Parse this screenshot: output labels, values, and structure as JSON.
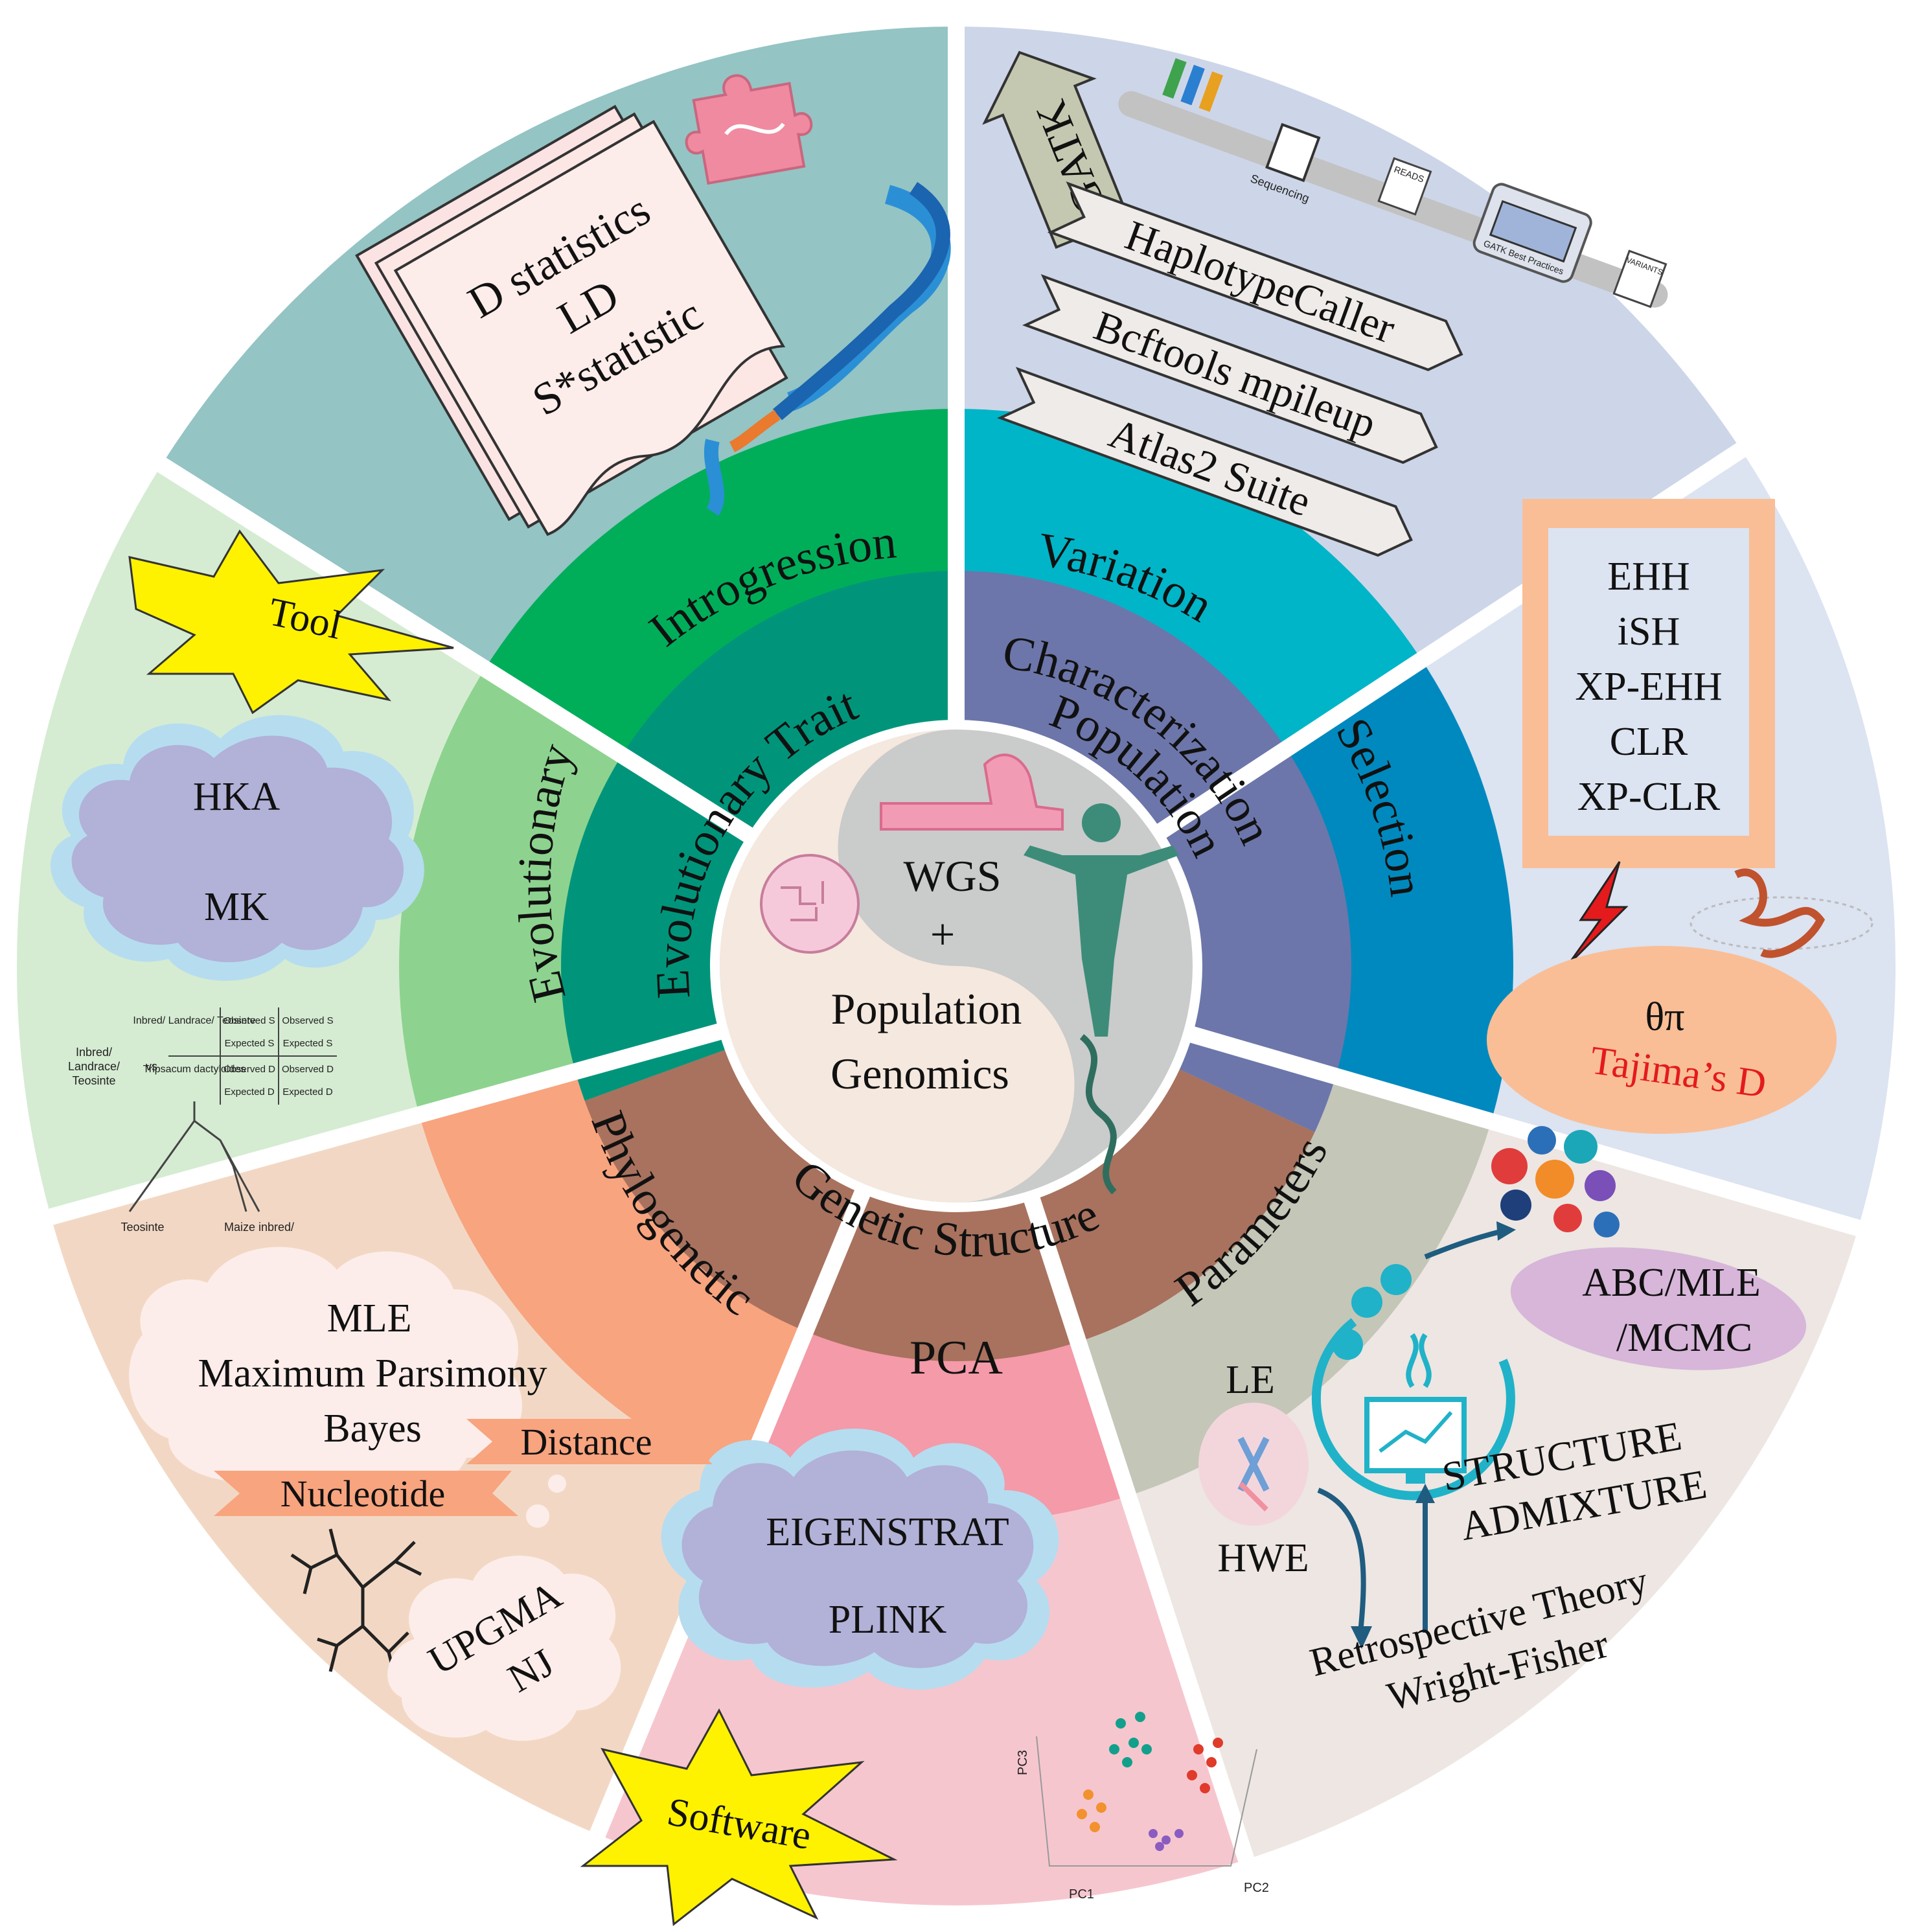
{
  "center": {
    "line1": "WGS",
    "line2": "+",
    "line3": "Population",
    "line4": "Genomics"
  },
  "inner_ring": {
    "evolutionary_trait": "Evolutionary  Trait",
    "population_line1": "Population",
    "population_line2": "Characterization",
    "genetic_structure": "Genetic Structure"
  },
  "middle_ring": {
    "introgression": "Introgression",
    "variation": "Variation",
    "selection": "Selection",
    "parameters": "Parameters",
    "pca": "PCA",
    "phylogenetic": "Phylogenetic",
    "evolutionary": "Evolutionary"
  },
  "introgression_panel": {
    "items": [
      "D statistics",
      "LD",
      "S*statistic"
    ]
  },
  "variation_panel": {
    "gatk": "GATK",
    "tools": [
      "HaplotypeCaller",
      "Bcftools mpileup",
      "Atlas2 Suite"
    ],
    "pipeline_labels": [
      "Sequencing",
      "READS",
      "GATK Best Practices",
      "VARIANTS"
    ]
  },
  "selection_panel": {
    "items": [
      "EHH",
      "iSH",
      "XP-EHH",
      "CLR",
      "XP-CLR"
    ],
    "theta": "θπ",
    "tajima": "Tajima’s D"
  },
  "parameters_panel": {
    "abc": [
      "ABC/MLE",
      "/MCMC"
    ],
    "le": "LE",
    "hwe": "HWE",
    "software": [
      "STRUCTURE",
      "ADMIXTURE"
    ],
    "theory": [
      "Retrospective Theory",
      "Wright-Fisher"
    ]
  },
  "pca_panel": {
    "tools": [
      "EIGENSTRAT",
      "PLINK"
    ],
    "badge": "Software",
    "axes": [
      "PC1",
      "PC2",
      "PC3"
    ]
  },
  "phylogenetic_panel": {
    "methods": [
      "MLE",
      "Maximum Parsimony",
      "Bayes"
    ],
    "distance": "Distance",
    "nucleotide": "Nucleotide",
    "trees": [
      "UPGMA",
      "NJ"
    ]
  },
  "evolutionary_panel": {
    "badge": "Tool",
    "tests": [
      "HKA",
      "MK"
    ],
    "hka_table": {
      "col_left": [
        "Inbred/",
        "Landrace/",
        "Teosinte"
      ],
      "vs": "vs",
      "row_labels": [
        "Inbred/ Landrace/ Teosinte",
        "Tripsacum dactyloides"
      ],
      "cells": [
        "Observed S",
        "Observed S",
        "Expected S",
        "Expected S",
        "Observed D",
        "Observed D",
        "Expected D",
        "Expected D"
      ],
      "tree_labels": [
        "Teosinte",
        "Maize inbred/"
      ]
    }
  },
  "colors": {
    "introgression_bg": "#94C4C4",
    "variation_bg": "#CDD6E8",
    "selection_bg": "#DCE3F1",
    "parameters_bg": "#EDE6E2",
    "pca_bg": "#F6C6CE",
    "phylogenetic_bg": "#F2D8C4",
    "evolutionary_bg": "#D5ECD2",
    "introgression_ring": "#00AE5A",
    "variation_ring": "#00B5C8",
    "selection_ring": "#0089BE",
    "parameters_ring": "#C4C6B8",
    "pca_ring": "#F49AA8",
    "phylogenetic_ring": "#F8A47F",
    "evolutionary_ring": "#8DD38F",
    "inner_evo": "#00957B",
    "inner_pop": "#6C76AA",
    "inner_gen": "#A8725E"
  }
}
